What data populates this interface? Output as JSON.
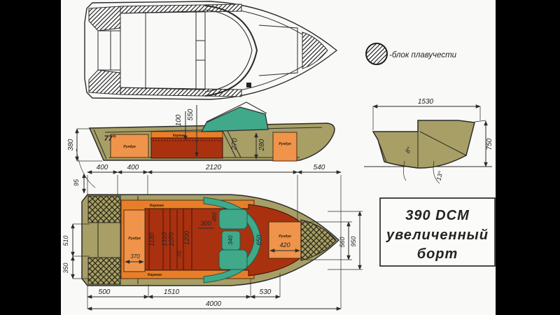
{
  "colors": {
    "hull_olive": "#a79f66",
    "locker_orange": "#ef944a",
    "pocket_orange": "#e87f28",
    "floor_red": "#a93110",
    "windshield_teal": "#3fa98a",
    "line": "#2b2b2b",
    "paper": "#f9f9f7",
    "letterbox": "#000000"
  },
  "legend": {
    "label": "-блок плавучести"
  },
  "title_box": {
    "lines": [
      "390 DCM",
      "увеличенный",
      "борт"
    ]
  },
  "side_view": {
    "labels": {
      "locker_left": "Рундук",
      "pocket": "Карман",
      "locker_right": "Рундук"
    },
    "dims": {
      "transom_height": "380",
      "transom_angle": "77°",
      "pocket_depth": "100",
      "cockpit_depth": "550",
      "windshield_base": "270",
      "aft_depth": "280"
    }
  },
  "transom_view": {
    "dims": {
      "beam": "1530",
      "height": "750",
      "keel_angle": "8°",
      "deadrise_angle": "13°"
    }
  },
  "plan_view": {
    "labels": {
      "locker_left": "Рундук",
      "pocket_top": "Карман",
      "pocket_bottom": "Карман",
      "locker_right": "Рундук"
    },
    "dims_top": [
      "400",
      "400",
      "2120",
      "540"
    ],
    "dims_bottom": [
      "500",
      "1510",
      "530",
      "4000"
    ],
    "dims_left": [
      "95",
      "510",
      "350"
    ],
    "dims_right": [
      "560",
      "950"
    ],
    "dims_inner": {
      "locker_width": "370",
      "seat1": "1180",
      "seat2": "1310",
      "seat3": "1070",
      "gap": "70",
      "seat4": "1200",
      "console_width": "300",
      "seat_width": "460",
      "console_len": "340",
      "locker_r_len": "650",
      "locker_r_width": "420"
    }
  }
}
